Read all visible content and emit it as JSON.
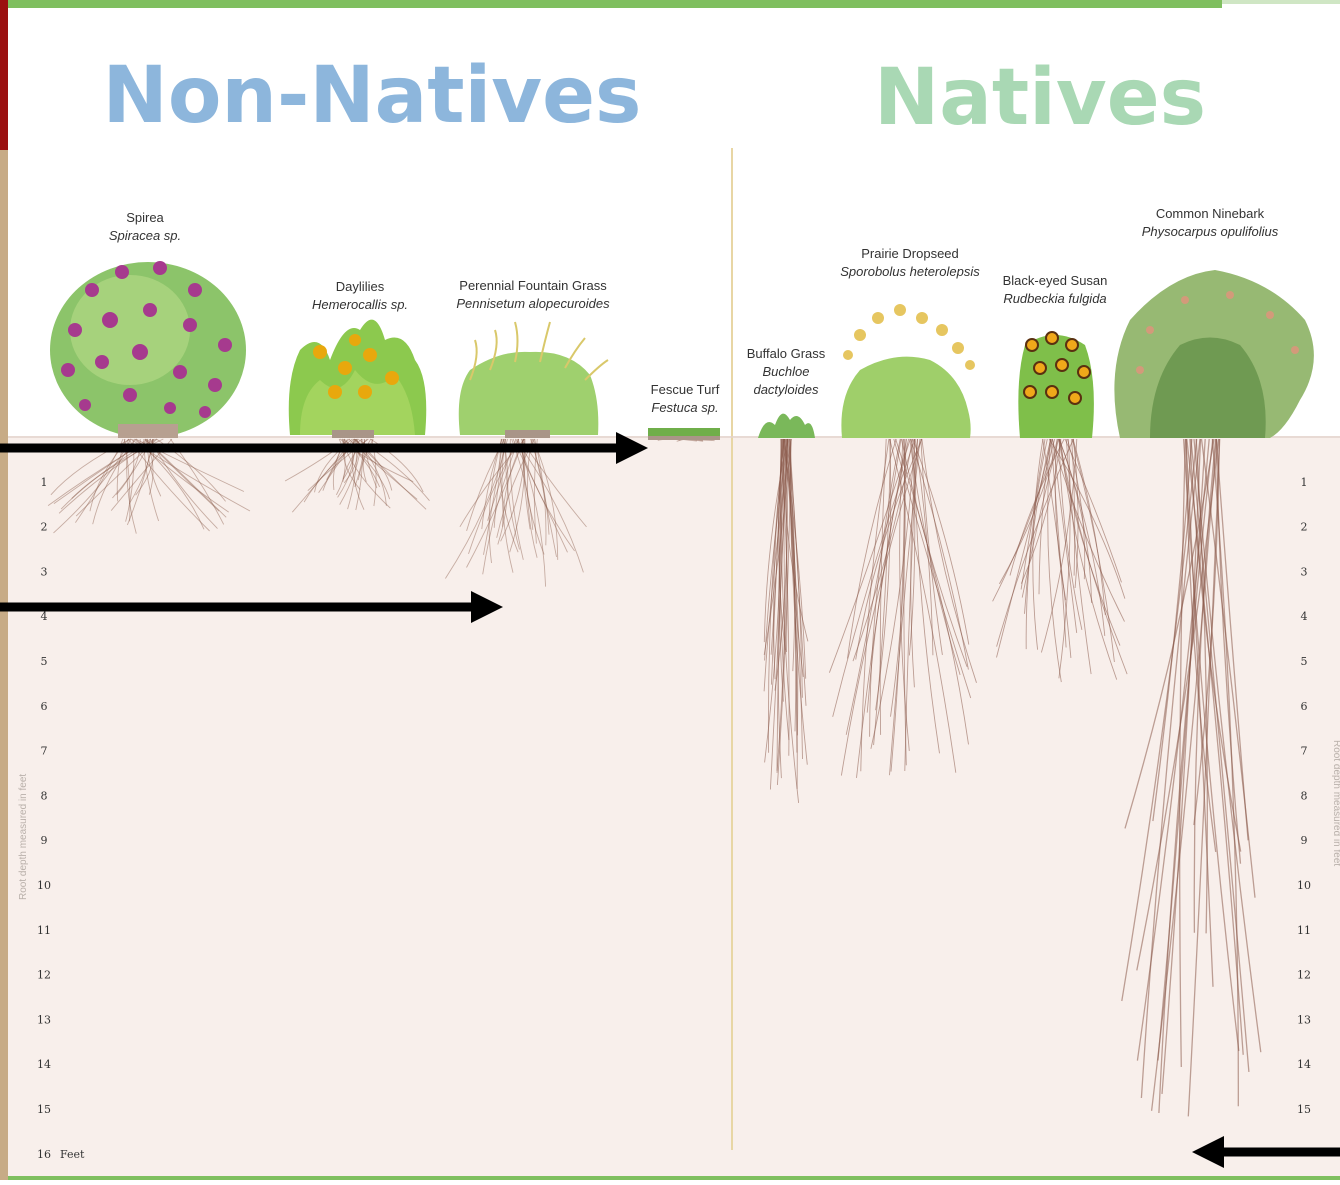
{
  "titles": {
    "left": "Non-Natives",
    "right": "Natives"
  },
  "colors": {
    "left_title": "#8db6dc",
    "right_title": "#a9d8b4",
    "soil": "#f8efeb",
    "root": "#8a5a4a",
    "divider": "#e8d6a4",
    "frame_green": "#7fbf5f",
    "frame_red": "#9b1010"
  },
  "plants": [
    {
      "id": "spirea",
      "name": "Spirea",
      "sci": "Spiracea sp.",
      "side": "non-native",
      "root_depth_ft": 2.2,
      "icon": "flowering-shrub-purple"
    },
    {
      "id": "daylilies",
      "name": "Daylilies",
      "sci": "Hemerocallis sp.",
      "side": "non-native",
      "root_depth_ft": 1.7,
      "icon": "grass-clump-yellow-flowers"
    },
    {
      "id": "fountain-grass",
      "name": "Perennial Fountain Grass",
      "sci": "Pennisetum alopecuroides",
      "side": "non-native",
      "root_depth_ft": 3.4,
      "icon": "fountain-grass"
    },
    {
      "id": "fescue",
      "name": "Fescue Turf",
      "sci": "Festuca sp.",
      "side": "non-native",
      "root_depth_ft": 0.1,
      "icon": "turf-strip"
    },
    {
      "id": "buffalo",
      "name": "Buffalo Grass",
      "sci": "Buchloe dactyloides",
      "side": "native",
      "root_depth_ft": 8.2,
      "icon": "short-grass-tuft"
    },
    {
      "id": "dropseed",
      "name": "Prairie Dropseed",
      "sci": "Sporobolus heterolepsis",
      "side": "native",
      "root_depth_ft": 8.2,
      "icon": "prairie-grass"
    },
    {
      "id": "susan",
      "name": "Black-eyed Susan",
      "sci": "Rudbeckia fulgida",
      "side": "native",
      "root_depth_ft": 5.5,
      "icon": "yellow-daisy-clump"
    },
    {
      "id": "ninebark",
      "name": "Common Ninebark",
      "sci": "Physocarpus opulifolius",
      "side": "native",
      "root_depth_ft": 15.5,
      "icon": "shrub-ninebark"
    }
  ],
  "depth_ticks": [
    "1",
    "2",
    "3",
    "4",
    "5",
    "6",
    "7",
    "8",
    "9",
    "10",
    "11",
    "12",
    "13",
    "14",
    "15",
    "16"
  ],
  "depth_unit": "Feet",
  "axis_label": "Root depth measured in feet",
  "arrows": [
    {
      "name": "arrow-to-fescue",
      "direction": "right",
      "points_to": "fescue",
      "depth_ft": 0
    },
    {
      "name": "arrow-to-fountain-grass",
      "direction": "right",
      "points_to": "fountain-grass",
      "depth_ft": 3.5
    },
    {
      "name": "arrow-to-ninebark",
      "direction": "left",
      "points_to": "ninebark",
      "depth_ft": 16
    }
  ]
}
